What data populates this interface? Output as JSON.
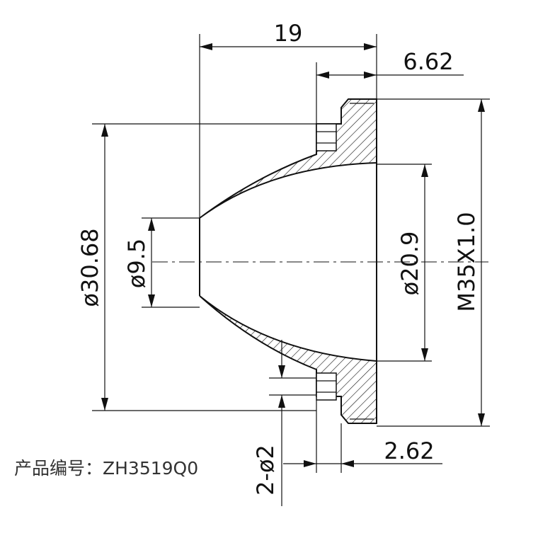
{
  "drawing": {
    "part_number_caption": "产品编号：ZH3519Q0",
    "dimensions": {
      "overall_length": "19",
      "flange_thickness": "6.62",
      "outer_diameter": "ø30.68",
      "inner_small_diameter": "ø9.5",
      "inner_large_diameter": "ø20.9",
      "thread": "M35X1.0",
      "holes": "2-ø2",
      "step_width": "2.62"
    }
  }
}
